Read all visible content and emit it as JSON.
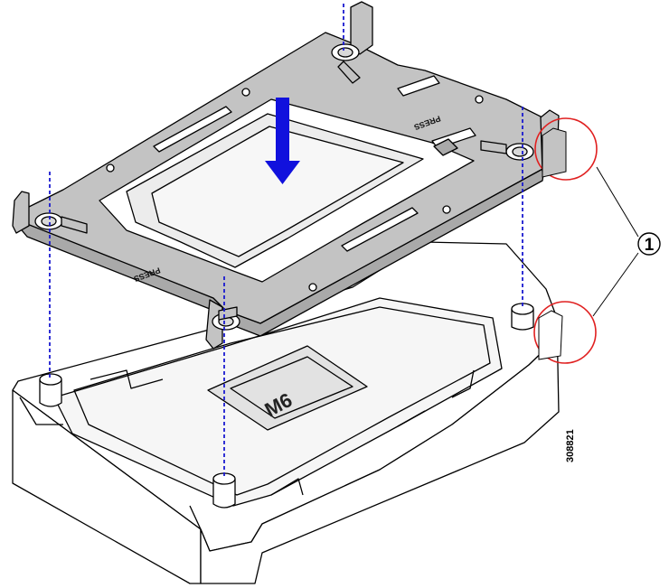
{
  "labels": {
    "press_top": "PRESS",
    "press_bottom": "PRESS",
    "socket": "M6",
    "callout": "1",
    "figure_number": "308821"
  },
  "colors": {
    "carrier_fill": "#c3c3c3",
    "outline": "#000000",
    "arrow": "#1111dd",
    "guide_line": "#1a1ad0",
    "callout_circle": "#e02020",
    "socket_face": "#e2e2e2"
  },
  "icons": [
    "down-arrow-icon",
    "callout-circle-icon"
  ]
}
